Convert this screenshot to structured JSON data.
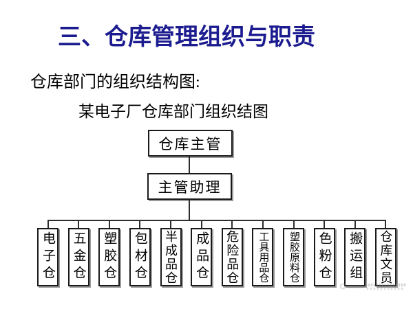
{
  "slide": {
    "title": "三、仓库管理组织与职责",
    "subtitle": "仓库部门的组织结构图:",
    "diagram_caption": "某电子厂仓库部门组织结图"
  },
  "org_chart": {
    "root": "仓库主管",
    "assistant": "主管助理",
    "departments": [
      "电子仓",
      "五金仓",
      "塑胶仓",
      "包材仓",
      "半成品仓",
      "成品仓",
      "危险品仓",
      "工具用品仓",
      "塑胶原料仓",
      "色粉仓",
      "搬运组",
      "仓库文员"
    ]
  },
  "colors": {
    "background": "#ffffff",
    "title_text": "#1c1c90",
    "body_text": "#000000",
    "box_border": "#1a1a1a",
    "box_shadow": "#9a9a9a",
    "connector_line": "#2e2e2e"
  }
}
